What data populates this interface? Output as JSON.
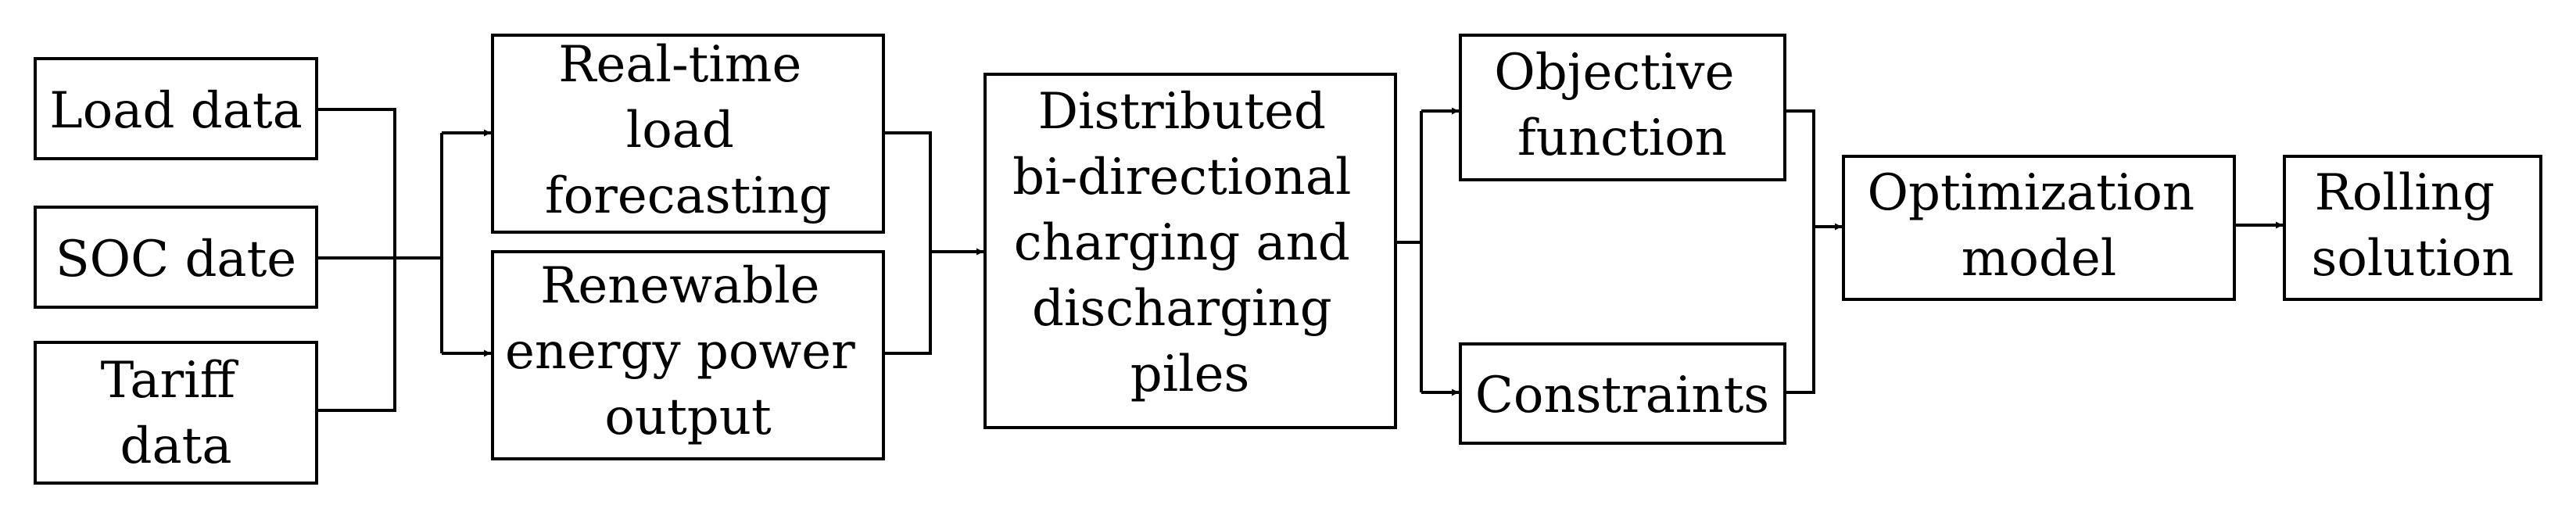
{
  "nodes": {
    "load_data": {
      "lines": [
        "Load data"
      ]
    },
    "soc_date": {
      "lines": [
        "SOC date"
      ]
    },
    "tariff_data": {
      "lines": [
        "Tariff",
        "data"
      ]
    },
    "realtime_forecast": {
      "lines": [
        "Real-time",
        "load",
        "forecasting"
      ]
    },
    "renewable_output": {
      "lines": [
        "Renewable",
        "energy power",
        "output"
      ]
    },
    "piles": {
      "lines": [
        "Distributed",
        "bi-directional",
        "charging and",
        "discharging",
        "piles"
      ]
    },
    "objective": {
      "lines": [
        "Objective",
        "function"
      ]
    },
    "constraints": {
      "lines": [
        "Constraints"
      ]
    },
    "optimization": {
      "lines": [
        "Optimization",
        "model"
      ]
    },
    "rolling": {
      "lines": [
        "Rolling",
        "solution"
      ]
    }
  },
  "edges": [
    {
      "from": "inputs",
      "to": "realtime_forecast"
    },
    {
      "from": "inputs",
      "to": "renewable_output"
    },
    {
      "from": "realtime_forecast",
      "to": "piles"
    },
    {
      "from": "renewable_output",
      "to": "piles"
    },
    {
      "from": "piles",
      "to": "objective"
    },
    {
      "from": "piles",
      "to": "constraints"
    },
    {
      "from": "objective",
      "to": "optimization"
    },
    {
      "from": "constraints",
      "to": "optimization"
    },
    {
      "from": "optimization",
      "to": "rolling"
    }
  ]
}
